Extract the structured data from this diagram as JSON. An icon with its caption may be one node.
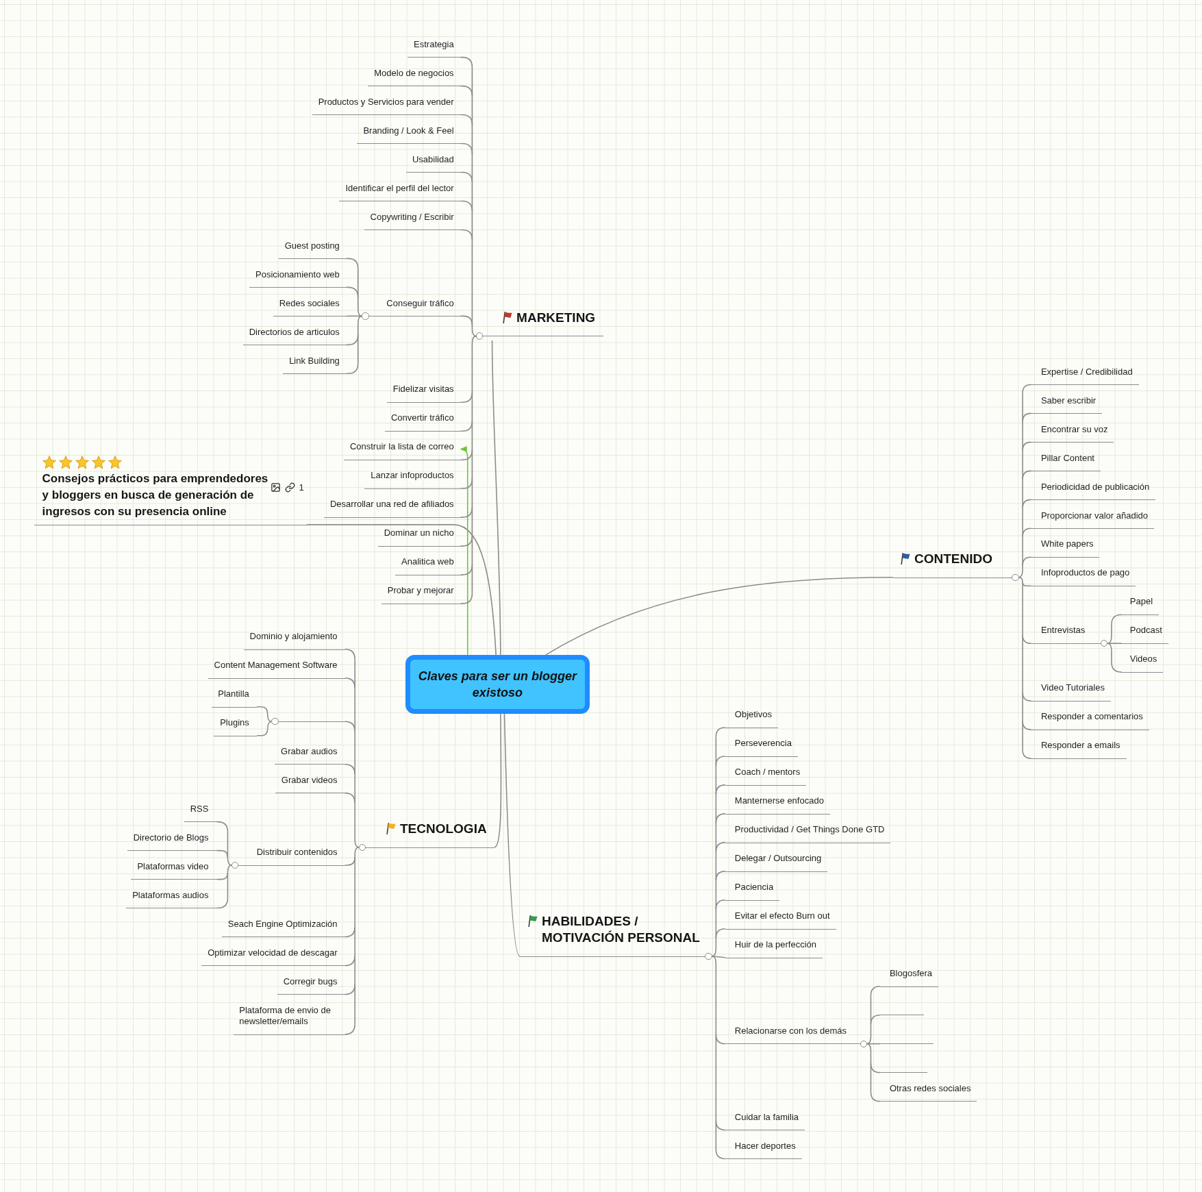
{
  "diagram": {
    "nodes": [
      {
        "text": [
          "Claves para ser un blogger existoso"
        ]
      },
      {
        "text": [
          "MARKETING"
        ]
      },
      {
        "text": [
          "Estrategia"
        ]
      },
      {
        "text": [
          "Modelo de negocios"
        ]
      },
      {
        "text": [
          "Productos y Servicios para vender"
        ]
      },
      {
        "text": [
          "Branding / Look & Feel"
        ]
      },
      {
        "text": [
          "Usabilidad"
        ]
      },
      {
        "text": [
          "Identificar el perfil del lector"
        ]
      },
      {
        "text": [
          "Copywriting / Escribir"
        ]
      },
      {
        "text": [
          "Conseguir tráfico"
        ]
      },
      {
        "text": [
          "Guest posting"
        ]
      },
      {
        "text": [
          "Posicionamiento web"
        ]
      },
      {
        "text": [
          "Redes sociales"
        ]
      },
      {
        "text": [
          "Directorios de articulos"
        ]
      },
      {
        "text": [
          "Link Building"
        ]
      },
      {
        "text": [
          "Fidelizar visitas"
        ]
      },
      {
        "text": [
          "Convertir tráfico"
        ]
      },
      {
        "text": [
          "Construir la lista de correo"
        ]
      },
      {
        "text": [
          "Lanzar infoproductos"
        ]
      },
      {
        "text": [
          "Desarrollar una red de afiliados"
        ]
      },
      {
        "text": [
          "Dominar un nicho"
        ]
      },
      {
        "text": [
          "Analitica web"
        ]
      },
      {
        "text": [
          "Probar y mejorar"
        ]
      },
      {
        "text": [
          "Consejos prácticos para emprendedores y bloggers en busca de generación de ingresos con su presencia online",
          "1"
        ]
      },
      {
        "text": [
          "CONTENIDO"
        ]
      },
      {
        "text": [
          "Expertise / Credibilidad"
        ]
      },
      {
        "text": [
          "Saber escribir"
        ]
      },
      {
        "text": [
          "Encontrar su voz"
        ]
      },
      {
        "text": [
          "Pillar Content"
        ]
      },
      {
        "text": [
          "Periodicidad de publicación"
        ]
      },
      {
        "text": [
          "Proporcionar valor añadido"
        ]
      },
      {
        "text": [
          "White papers"
        ]
      },
      {
        "text": [
          "Infoproductos de pago"
        ]
      },
      {
        "text": [
          "Entrevistas"
        ]
      },
      {
        "text": [
          "Papel"
        ]
      },
      {
        "text": [
          "Podcast"
        ]
      },
      {
        "text": [
          "Videos"
        ]
      },
      {
        "text": [
          "Video Tutoriales"
        ]
      },
      {
        "text": [
          "Responder a comentarios"
        ]
      },
      {
        "text": [
          "Responder a emails"
        ]
      },
      {
        "text": [
          "TECNOLOGIA"
        ]
      },
      {
        "text": [
          "Dominio y alojamiento"
        ]
      },
      {
        "text": [
          "Content Management Software"
        ]
      },
      {
        "text": [],
        "shape": "line"
      },
      {
        "text": [
          "Plantilla"
        ]
      },
      {
        "text": [
          "Plugins"
        ]
      },
      {
        "text": [
          "Grabar audios"
        ]
      },
      {
        "text": [
          "Grabar videos"
        ]
      },
      {
        "text": [
          "Distribuir contenidos"
        ]
      },
      {
        "text": [
          "RSS"
        ]
      },
      {
        "text": [
          "Directorio de Blogs"
        ]
      },
      {
        "text": [
          "Plataformas video"
        ]
      },
      {
        "text": [
          "Plataformas audios"
        ]
      },
      {
        "text": [
          "Seach Engine Optimización"
        ]
      },
      {
        "text": [
          "Optimizar velocidad de descagar"
        ]
      },
      {
        "text": [
          "Corregir bugs"
        ]
      },
      {
        "text": [
          "Plataforma de envio de newsletter/emails"
        ]
      },
      {
        "text": [
          "HABILIDADES / MOTIVACIÓN PERSONAL"
        ]
      },
      {
        "text": [
          "Objetivos"
        ]
      },
      {
        "text": [
          "Perseverencia"
        ]
      },
      {
        "text": [
          "Coach / mentors"
        ]
      },
      {
        "text": [
          "Manternerse enfocado"
        ]
      },
      {
        "text": [
          "Productividad / Get Things Done GTD"
        ]
      },
      {
        "text": [
          "Delegar / Outsourcing"
        ]
      },
      {
        "text": [
          "Paciencia"
        ]
      },
      {
        "text": [
          "Evitar el efecto Burn out"
        ]
      },
      {
        "text": [
          "Huir de la perfección"
        ]
      },
      {
        "text": [
          "Relacionarse con los demás"
        ]
      },
      {
        "text": [
          "Blogosfera"
        ]
      },
      {
        "text": [],
        "shape": "line"
      },
      {
        "text": [],
        "shape": "line"
      },
      {
        "text": [],
        "shape": "line"
      },
      {
        "text": [
          "Otras redes sociales"
        ]
      },
      {
        "text": [
          "Cuidar la familia"
        ]
      },
      {
        "text": [
          "Hacer deportes"
        ]
      }
    ],
    "edges": [
      {
        "from": 0,
        "to": 1,
        "arrow": "none"
      },
      {
        "from": 1,
        "to": 2,
        "arrow": "none"
      },
      {
        "from": 1,
        "to": 3,
        "arrow": "none"
      },
      {
        "from": 1,
        "to": 4,
        "arrow": "none"
      },
      {
        "from": 1,
        "to": 5,
        "arrow": "none"
      },
      {
        "from": 1,
        "to": 6,
        "arrow": "none"
      },
      {
        "from": 1,
        "to": 7,
        "arrow": "none"
      },
      {
        "from": 1,
        "to": 8,
        "arrow": "none"
      },
      {
        "from": 1,
        "to": 9,
        "arrow": "none"
      },
      {
        "from": 9,
        "to": 10,
        "arrow": "none"
      },
      {
        "from": 9,
        "to": 11,
        "arrow": "none"
      },
      {
        "from": 9,
        "to": 12,
        "arrow": "none"
      },
      {
        "from": 9,
        "to": 13,
        "arrow": "none"
      },
      {
        "from": 9,
        "to": 14,
        "arrow": "none"
      },
      {
        "from": 1,
        "to": 15,
        "arrow": "none"
      },
      {
        "from": 1,
        "to": 16,
        "arrow": "none"
      },
      {
        "from": 1,
        "to": 17,
        "arrow": "none"
      },
      {
        "from": 1,
        "to": 18,
        "arrow": "none"
      },
      {
        "from": 1,
        "to": 19,
        "arrow": "none"
      },
      {
        "from": 1,
        "to": 20,
        "arrow": "none"
      },
      {
        "from": 1,
        "to": 21,
        "arrow": "none"
      },
      {
        "from": 1,
        "to": 22,
        "arrow": "none"
      },
      {
        "from": 0,
        "to": 23,
        "arrow": "none"
      },
      {
        "from": 0,
        "to": 17,
        "arrow": "to",
        "color": "#68c738"
      },
      {
        "from": 0,
        "to": 24,
        "arrow": "none"
      },
      {
        "from": 24,
        "to": 25,
        "arrow": "none"
      },
      {
        "from": 24,
        "to": 26,
        "arrow": "none"
      },
      {
        "from": 24,
        "to": 27,
        "arrow": "none"
      },
      {
        "from": 24,
        "to": 28,
        "arrow": "none"
      },
      {
        "from": 24,
        "to": 29,
        "arrow": "none"
      },
      {
        "from": 24,
        "to": 30,
        "arrow": "none"
      },
      {
        "from": 24,
        "to": 31,
        "arrow": "none"
      },
      {
        "from": 24,
        "to": 32,
        "arrow": "none"
      },
      {
        "from": 24,
        "to": 33,
        "arrow": "none"
      },
      {
        "from": 33,
        "to": 34,
        "arrow": "none"
      },
      {
        "from": 33,
        "to": 35,
        "arrow": "none"
      },
      {
        "from": 33,
        "to": 36,
        "arrow": "none"
      },
      {
        "from": 24,
        "to": 37,
        "arrow": "none"
      },
      {
        "from": 24,
        "to": 38,
        "arrow": "none"
      },
      {
        "from": 24,
        "to": 39,
        "arrow": "none"
      },
      {
        "from": 0,
        "to": 40,
        "arrow": "none"
      },
      {
        "from": 40,
        "to": 41,
        "arrow": "none"
      },
      {
        "from": 40,
        "to": 42,
        "arrow": "none"
      },
      {
        "from": 40,
        "to": 43,
        "arrow": "none"
      },
      {
        "from": 43,
        "to": 44,
        "arrow": "none"
      },
      {
        "from": 43,
        "to": 45,
        "arrow": "none"
      },
      {
        "from": 40,
        "to": 46,
        "arrow": "none"
      },
      {
        "from": 40,
        "to": 47,
        "arrow": "none"
      },
      {
        "from": 40,
        "to": 48,
        "arrow": "none"
      },
      {
        "from": 48,
        "to": 49,
        "arrow": "none"
      },
      {
        "from": 48,
        "to": 50,
        "arrow": "none"
      },
      {
        "from": 48,
        "to": 51,
        "arrow": "none"
      },
      {
        "from": 48,
        "to": 52,
        "arrow": "none"
      },
      {
        "from": 40,
        "to": 53,
        "arrow": "none"
      },
      {
        "from": 40,
        "to": 54,
        "arrow": "none"
      },
      {
        "from": 40,
        "to": 55,
        "arrow": "none"
      },
      {
        "from": 40,
        "to": 56,
        "arrow": "none"
      },
      {
        "from": 0,
        "to": 57,
        "arrow": "none"
      },
      {
        "from": 57,
        "to": 58,
        "arrow": "none"
      },
      {
        "from": 57,
        "to": 59,
        "arrow": "none"
      },
      {
        "from": 57,
        "to": 60,
        "arrow": "none"
      },
      {
        "from": 57,
        "to": 61,
        "arrow": "none"
      },
      {
        "from": 57,
        "to": 62,
        "arrow": "none"
      },
      {
        "from": 57,
        "to": 63,
        "arrow": "none"
      },
      {
        "from": 57,
        "to": 64,
        "arrow": "none"
      },
      {
        "from": 57,
        "to": 65,
        "arrow": "none"
      },
      {
        "from": 57,
        "to": 66,
        "arrow": "none"
      },
      {
        "from": 57,
        "to": 67,
        "arrow": "none"
      },
      {
        "from": 67,
        "to": 68,
        "arrow": "none"
      },
      {
        "from": 67,
        "to": 69,
        "arrow": "none"
      },
      {
        "from": 67,
        "to": 70,
        "arrow": "none"
      },
      {
        "from": 67,
        "to": 71,
        "arrow": "none"
      },
      {
        "from": 67,
        "to": 72,
        "arrow": "none"
      },
      {
        "from": 57,
        "to": 73,
        "arrow": "none"
      },
      {
        "from": 57,
        "to": 74,
        "arrow": "none"
      }
    ]
  }
}
